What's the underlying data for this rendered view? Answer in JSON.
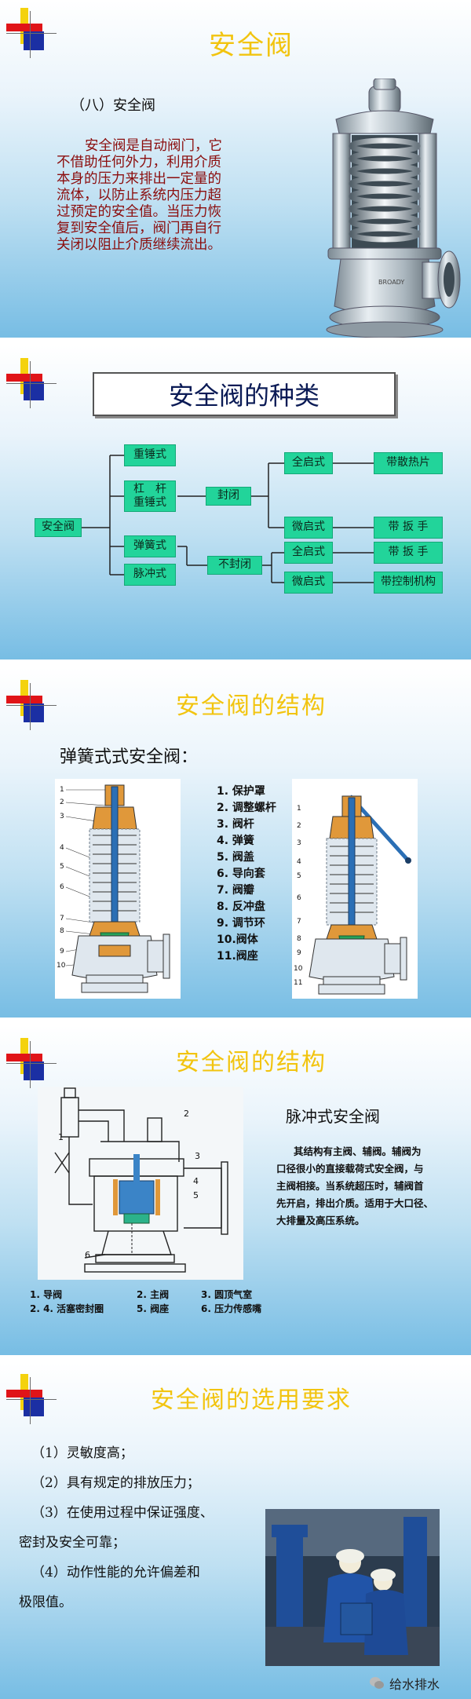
{
  "slide1": {
    "title": "安全阀",
    "subtitle": "（八）安全阀",
    "body_lines": [
      "安全阀是自动阀门，它",
      "不借助任何外力，利用介质",
      "本身的压力来排出一定量的",
      "流体，以防止系统内压力超",
      "过预定的安全值。当压力恢",
      "复到安全值后，阀门再自行",
      "关闭以阻止介质继续流出。"
    ],
    "valve_mark": "BROADY"
  },
  "slide2": {
    "title": "安全阀的种类",
    "root": "安全阀",
    "level1": [
      "重锤式",
      "杠　杆|重锤式",
      "弹簧式",
      "脉冲式"
    ],
    "closed": "封闭",
    "not_closed": "不封闭",
    "full_lift_1": "全启式",
    "micro_lift_1": "微启式",
    "full_lift_2": "全启式",
    "micro_lift_2": "微启式",
    "leaf_1": "带散热片",
    "leaf_2": "带 扳 手",
    "leaf_3": "带 扳 手",
    "leaf_4": "带控制机构"
  },
  "slide3": {
    "title": "安全阀的结构",
    "subtitle": "弹簧式式安全阀：",
    "parts": [
      "1. 保护罩",
      "2. 调整螺杆",
      "3. 阀杆",
      "4. 弹簧",
      "5. 阀盖",
      "6. 导向套",
      "7. 阀瓣",
      "8. 反冲盘",
      "9. 调节环",
      "10.阀体",
      "11.阀座"
    ],
    "callouts": [
      "1",
      "2",
      "3",
      "4",
      "5",
      "6",
      "7",
      "8",
      "9",
      "10",
      "11"
    ]
  },
  "slide4": {
    "title": "安全阀的结构",
    "heading": "脉冲式安全阀",
    "body_lines": [
      "其结构有主阀、辅阀。辅阀为",
      "口径很小的直接载荷式安全阀，与",
      "主阀相接。当系统超压时，辅阀首",
      "先开启，排出介质。适用于大口径、",
      "大排量及高压系统。"
    ],
    "legend_row1": [
      "1. 导阀",
      "2. 主阀",
      "3. 圆顶气室"
    ],
    "legend_row2": [
      "2. 4. 活塞密封圈",
      "5. 阀座",
      "6. 压力传感嘴"
    ],
    "callouts": [
      "1",
      "2",
      "3",
      "4",
      "5",
      "6"
    ]
  },
  "slide5": {
    "title": "安全阀的选用要求",
    "lines": [
      "（1）灵敏度高；",
      "（2）具有规定的排放压力；",
      "（3）在使用过程中保证强度、",
      "密封及安全可靠；",
      "（4）动作性能的允许偏差和",
      "极限值。"
    ],
    "watermark": "给水排水"
  },
  "colors": {
    "title_yellow": "#f2c40f",
    "node_green": "#22d49a",
    "text_red": "#8b0d0d",
    "navy": "#0a1a55"
  }
}
